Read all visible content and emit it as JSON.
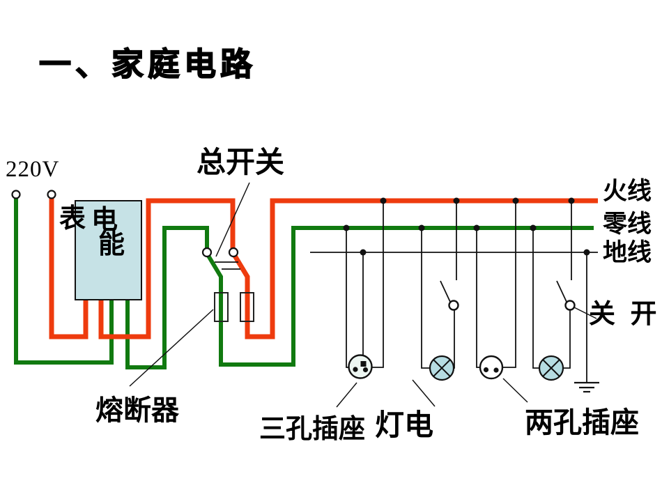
{
  "colors": {
    "live_wire": "#ee3b0e",
    "neutral_wire": "#117a10",
    "meter_fill": "#c6e2e6",
    "lamp_fill": "#b6dce2",
    "three_hole_socket_fill": "#edf6f2",
    "two_hole_socket_fill": "#ffffff",
    "ink": "#111111"
  },
  "title": "一、家庭电路",
  "supply_voltage": "220V",
  "meter": {
    "char_biao": "表",
    "char_dian": "电",
    "char_neng": "能"
  },
  "labels": {
    "main_switch": "总开关",
    "live": "火线",
    "neutral": "零线",
    "earth": "地线",
    "branch_switch": "关 开",
    "fuse": "熔断器",
    "three_hole_socket": "三孔插座",
    "lamp": "灯电",
    "two_hole_socket": "两孔插座"
  }
}
